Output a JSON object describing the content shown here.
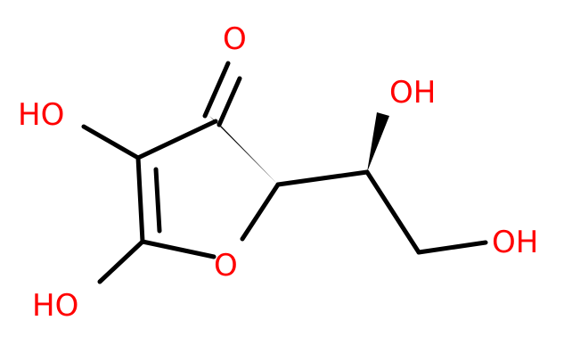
{
  "colors": {
    "background": "#ffffff",
    "bond": "#000000",
    "oxygen_label": "#ff0000"
  },
  "atoms": {
    "ketone_o": "O",
    "hydroxyl_upper_left": "HO",
    "hydroxyl_lower_left": "HO",
    "ring_o": "O",
    "side_chain_hydroxyl": "OH",
    "terminal_hydroxyl": "OH"
  }
}
